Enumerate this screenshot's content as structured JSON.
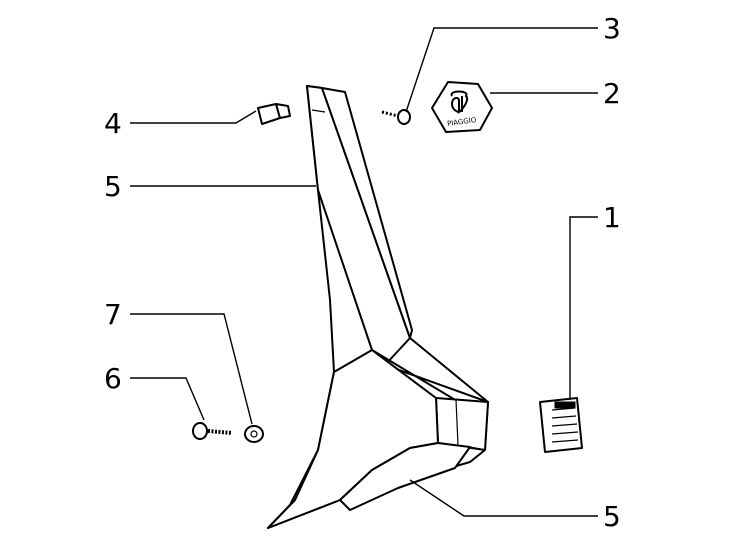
{
  "callouts": {
    "c1": "1",
    "c2": "2",
    "c3": "3",
    "c4": "4",
    "c5_upper": "5",
    "c5_lower": "5",
    "c6": "6",
    "c7": "7"
  },
  "badge_text": "PIAGGIO",
  "colors": {
    "ink": "#000000",
    "paper": "#ffffff"
  }
}
